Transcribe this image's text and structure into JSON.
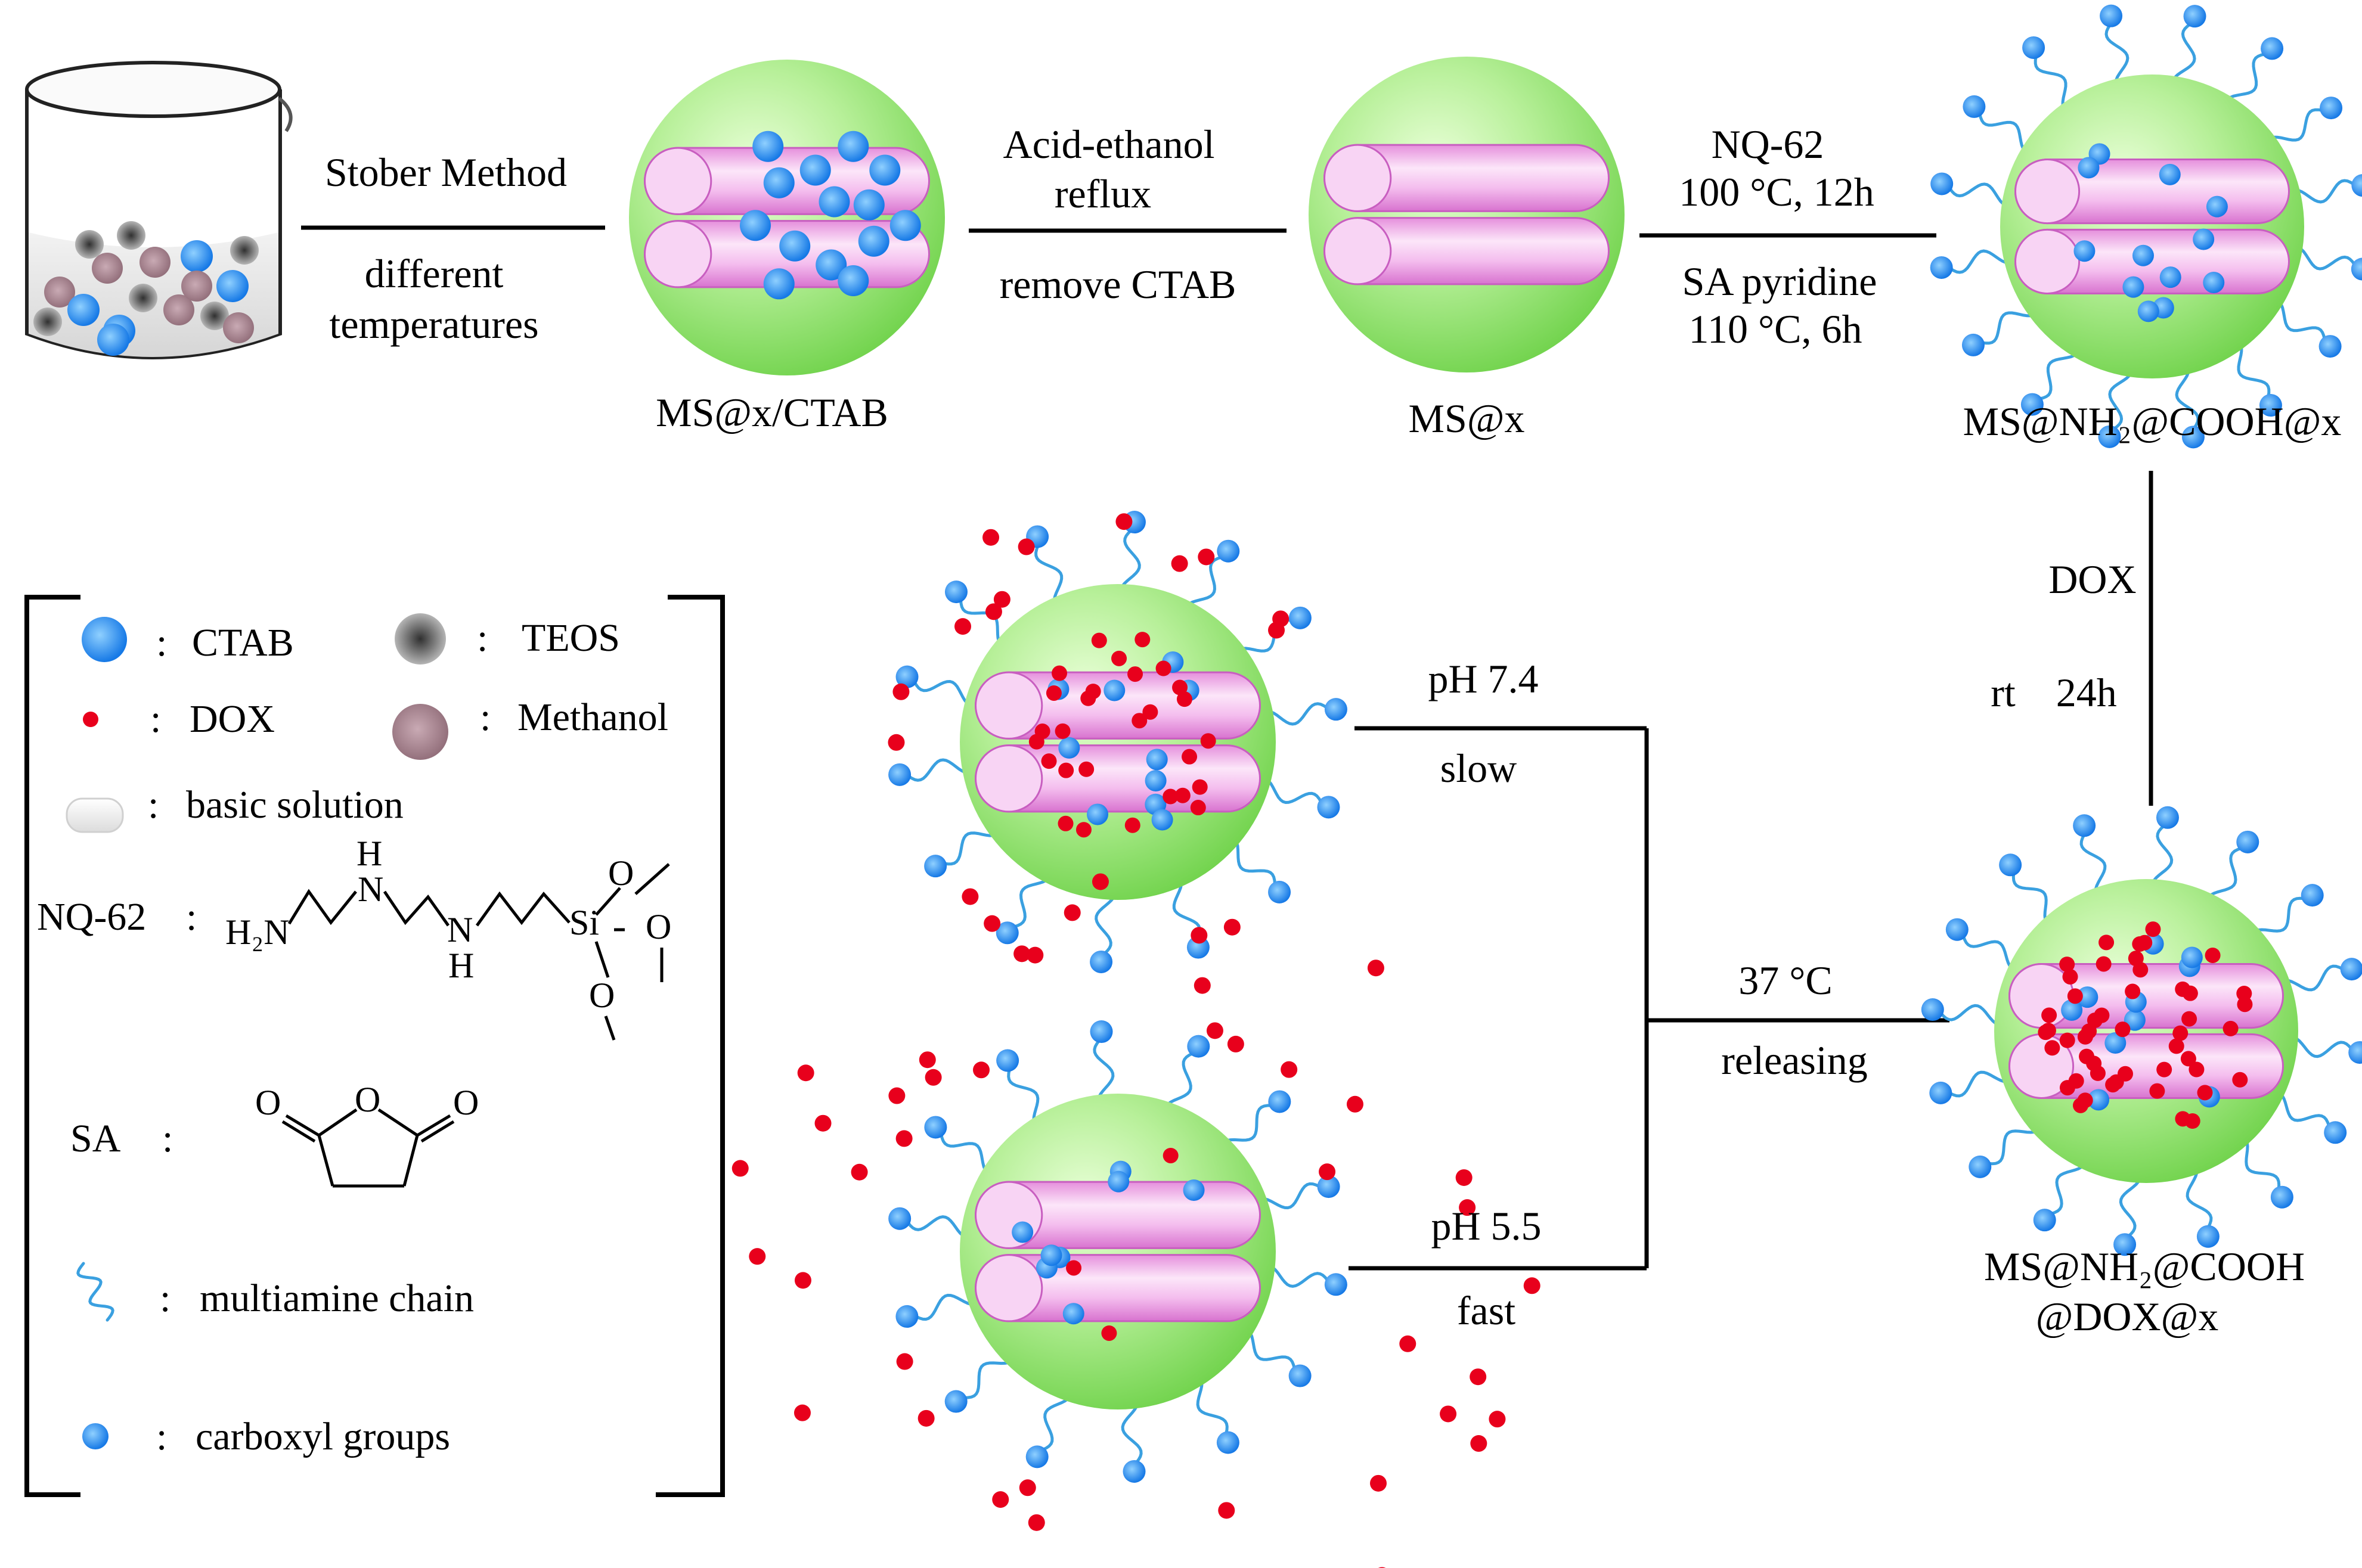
{
  "steps": {
    "step1_top": "Stober Method",
    "step1_bottom_line1": "different",
    "step1_bottom_line2": "temperatures",
    "step2_top_line1": "Acid-ethanol",
    "step2_top_line2": "reflux",
    "step2_bottom": "remove CTAB",
    "step3_top_line1": "NQ-62",
    "step3_top_line2": "100 °C, 12h",
    "step3_bottom_line1": "SA pyridine",
    "step3_bottom_line2": "110 °C, 6h",
    "dox_label": "DOX",
    "dox_conditions": "rt    24h",
    "release_top": "37 °C",
    "release_bottom": "releasing",
    "ph74": "pH 7.4",
    "ph74_rate": "slow",
    "ph55": "pH 5.5",
    "ph55_rate": "fast"
  },
  "particles": {
    "ms_x_ctab": "MS@x/CTAB",
    "ms_x": "MS@x",
    "ms_nh2_cooh_x": "MS@NH₂@COOH@x",
    "ms_nh2_cooh_dox_line1": "MS@NH₂@COOH",
    "ms_nh2_cooh_dox_line2": "@DOX@x"
  },
  "legend": {
    "colon": ":",
    "ctab": "CTAB",
    "teos": "TEOS",
    "dox": "DOX",
    "methanol": "Methanol",
    "basic_solution": "basic solution",
    "nq62": "NQ-62",
    "sa": "SA",
    "multiamine_chain": "multiamine chain",
    "carboxyl_groups": "carboxyl groups"
  },
  "chem": {
    "h2n": "H₂N",
    "h": "H",
    "n": "N",
    "si": "Si",
    "o": "O"
  },
  "colors": {
    "sphere_green": "#9ae67a",
    "channel_pink": "#f2b6ec",
    "ctab_blue": "#1e90ff",
    "dox_red": "#e8001c",
    "teos_gray": "#6e6e6e",
    "methanol_mauve": "#a98a94",
    "chain_blue": "#3aa0e0"
  }
}
